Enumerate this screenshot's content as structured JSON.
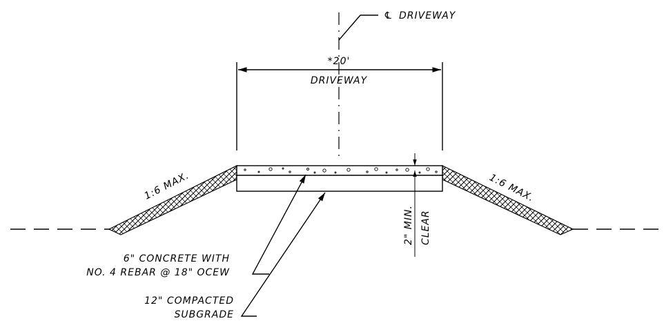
{
  "labels": {
    "centerline": "DRIVEWAY",
    "centerline_symbol": "℄",
    "width_dimension": "*20'",
    "width_label": "DRIVEWAY",
    "slope_left": "1:6 MAX.",
    "slope_right": "1:6 MAX.",
    "clearance_line1": "2\" MIN.",
    "clearance_line2": "CLEAR",
    "concrete_line1": "6\" CONCRETE WITH",
    "concrete_line2": "NO. 4 REBAR @ 18\" OCEW",
    "subgrade_line1": "12\" COMPACTED",
    "subgrade_line2": "SUBGRADE"
  }
}
